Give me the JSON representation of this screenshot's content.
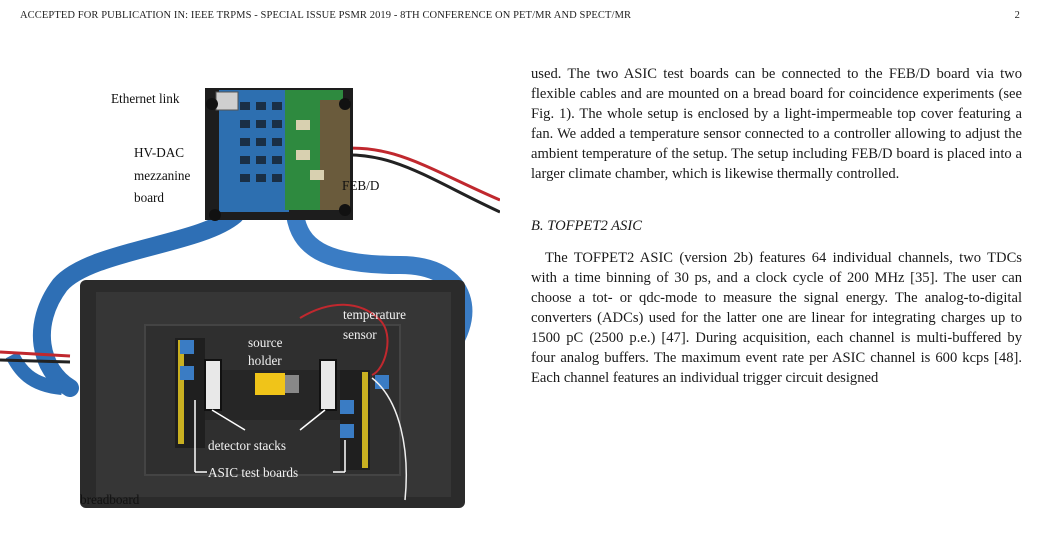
{
  "header": {
    "left": "ACCEPTED FOR PUBLICATION IN: IEEE TRPMS - SPECIAL ISSUE PSMR 2019 - 8TH CONFERENCE ON PET/MR AND SPECT/MR",
    "page_number": "2"
  },
  "figure": {
    "labels": {
      "ethernet": "Ethernet link",
      "hvdac_1": "HV-DAC",
      "hvdac_2": "mezzanine",
      "hvdac_3": "board",
      "febd": "FEB/D",
      "temp_1": "temperature",
      "temp_2": "sensor",
      "source_1": "source",
      "source_2": "holder",
      "detector": "detector stacks",
      "asic": "ASIC test boards",
      "breadboard": "breadboard"
    }
  },
  "body": {
    "para1": "used. The two ASIC test boards can be connected to the FEB/D board via two flexible cables and are mounted on a bread board for coincidence experiments (see Fig. 1). The whole setup is enclosed by a light-impermeable top cover featuring a fan. We added a temperature sensor connected to a controller allowing to adjust the ambient temperature of the setup. The setup including FEB/D board is placed into a larger climate chamber, which is likewise thermally controlled.",
    "section_heading": "B. TOFPET2 ASIC",
    "para2": "The TOFPET2 ASIC (version 2b) features 64 individual channels, two TDCs with a time binning of 30 ps, and a clock cycle of 200 MHz [35]. The user can choose a tot- or qdc-mode to measure the signal energy. The analog-to-digital converters (ADCs) used for the latter one are linear for integrating charges up to 1500 pC (2500 p.e.) [47]. During acquisition, each channel is multi-buffered by four analog buffers. The maximum event rate per ASIC channel is 600 kcps [48]. Each channel features an individual trigger circuit designed"
  }
}
